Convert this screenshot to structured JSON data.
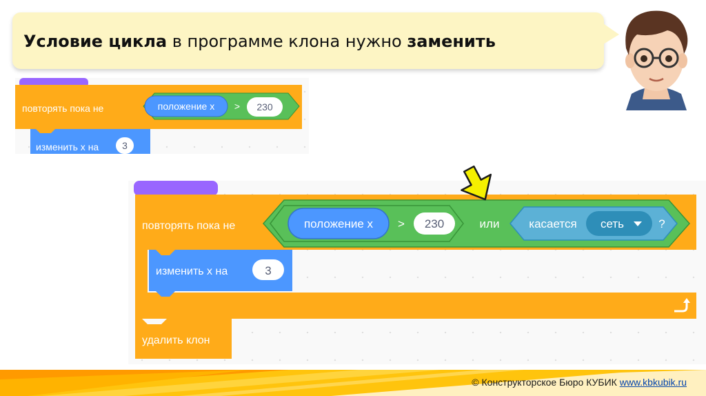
{
  "title": {
    "part1_bold": "Условие цикла",
    "part2": " в программе клона нужно ",
    "part3_bold": "заменить"
  },
  "before_script": {
    "repeat_label": "повторять пока не",
    "reporter_label": "положение х",
    "operator": ">",
    "value": "230",
    "change_label": "изменить х на",
    "change_value": "3"
  },
  "after_script": {
    "repeat_label": "повторять пока не",
    "reporter_label": "положение х",
    "operator": ">",
    "value": "230",
    "or_label": "или",
    "touching_label": "касается",
    "touching_target": "сеть",
    "question": "?",
    "change_label": "изменить х на",
    "change_value": "3",
    "delete_label": "удалить клон"
  },
  "footer": {
    "copyright": "© Конструкторское Бюро КУБИК ",
    "link": "www.kbkubik.ru"
  },
  "icons": [
    "avatar-boy-with-glasses",
    "yellow-down-arrow-icon",
    "loop-return-arrow-icon",
    "dropdown-triangle-icon"
  ],
  "colors": {
    "control_orange": "#ffab19",
    "motion_blue": "#4c97ff",
    "operator_green": "#59c059",
    "sensing_cyan": "#5cb1d6",
    "hat_purple": "#9966ff",
    "bubble_yellow": "#fdf5c4",
    "arrow_yellow": "#f5f000"
  }
}
